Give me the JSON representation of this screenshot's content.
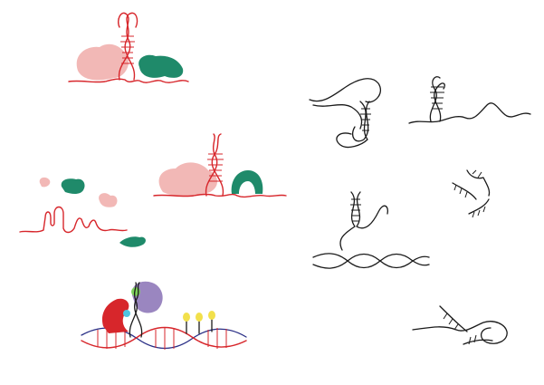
{
  "colors": {
    "rna": "#d7262b",
    "pink_protein": "#f2b8b6",
    "green_protein": "#1f8a6a",
    "dna_strand": "#2a2f86",
    "purple_protein": "#9a86c0",
    "red_protein": "#d7262b",
    "yellow_marks": "#f2e04b",
    "line_art": "#1a1a1a"
  },
  "panels": [
    {
      "id": "rnp-top",
      "icon": "rna-protein-complex-icon"
    },
    {
      "id": "rnp-middle",
      "icon": "rna-protein-complex-icon"
    },
    {
      "id": "free-rna-and-proteins",
      "icon": "unfolded-rna-icon"
    },
    {
      "id": "chromatin-rna-complex",
      "icon": "dna-rna-protein-icon"
    },
    {
      "id": "lncrna-loop",
      "icon": "lncrna-icon"
    },
    {
      "id": "lncrna-hairpin",
      "icon": "hairpin-rna-icon"
    },
    {
      "id": "rna-fragments",
      "icon": "rna-fragments-icon"
    },
    {
      "id": "rna-dna-duplex",
      "icon": "rna-dna-helix-icon"
    },
    {
      "id": "rna-tangle",
      "icon": "tangled-rna-icon"
    }
  ]
}
